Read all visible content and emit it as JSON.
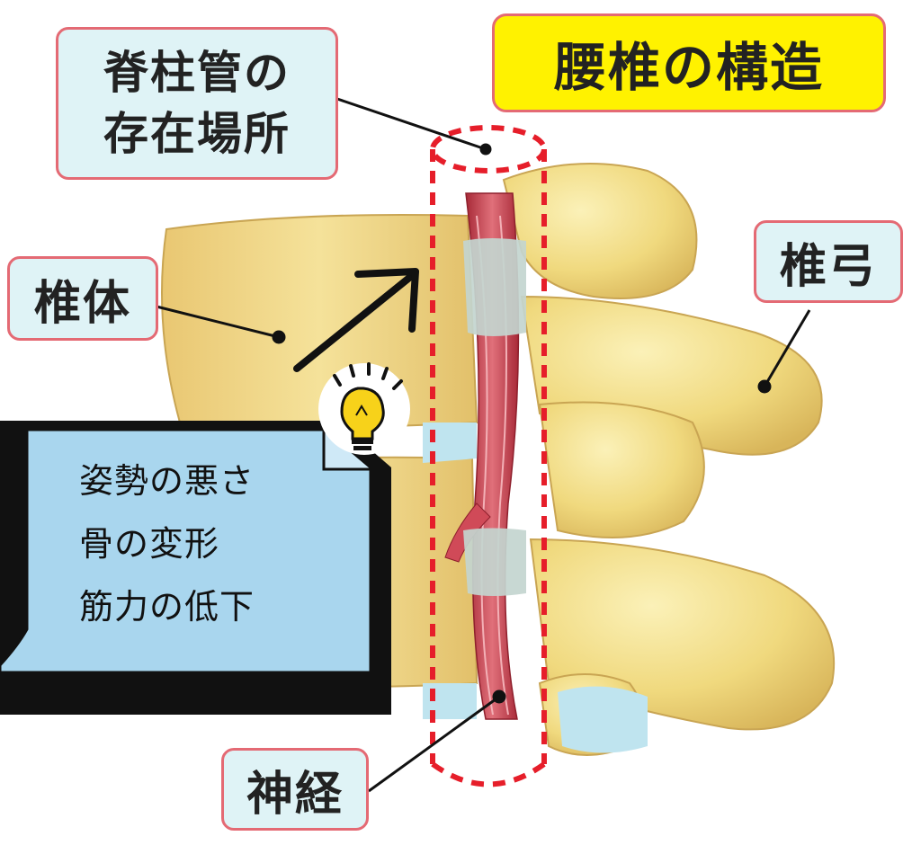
{
  "title": "腰椎の構造",
  "labels": {
    "spinal_canal_line1": "脊柱管の",
    "spinal_canal_line2": "存在場所",
    "vertebral_body": "椎体",
    "vertebral_arch": "椎弓",
    "nerve": "神経"
  },
  "note": {
    "lines": [
      "姿勢の悪さ",
      "骨の変形",
      "筋力の低下"
    ]
  },
  "colors": {
    "bone": "#f2df8a",
    "bone_shadow": "#d9b85a",
    "disc": "#bcd0cc",
    "nerve": "#c9424f",
    "dashed_outline": "#e61e2a",
    "label_fill": "#dff3f6",
    "label_border": "#e46a74",
    "title_fill": "#fff200",
    "note_fill": "#a9d6ee"
  },
  "icons": [
    "lightbulb-icon",
    "arrow-icon"
  ]
}
